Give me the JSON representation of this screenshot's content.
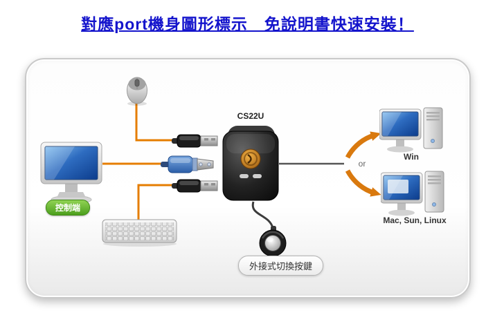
{
  "title": "對應port機身圖形標示　免說明書快速安裝！",
  "panel": {
    "device_label": "CS22U",
    "console_badge": "控制端",
    "remote_badge": "外接式切換按鍵",
    "or_label": "or",
    "win_label": "Win",
    "mac_label": "Mac, Sun, Linux"
  },
  "colors": {
    "title_blue": "#1414cc",
    "cable_orange": "#e57d00",
    "arrow_orange": "#d9790e",
    "badge_green": "#4c9f1d",
    "device_black": "#141414",
    "screen_blue": "#2e6cc0"
  }
}
